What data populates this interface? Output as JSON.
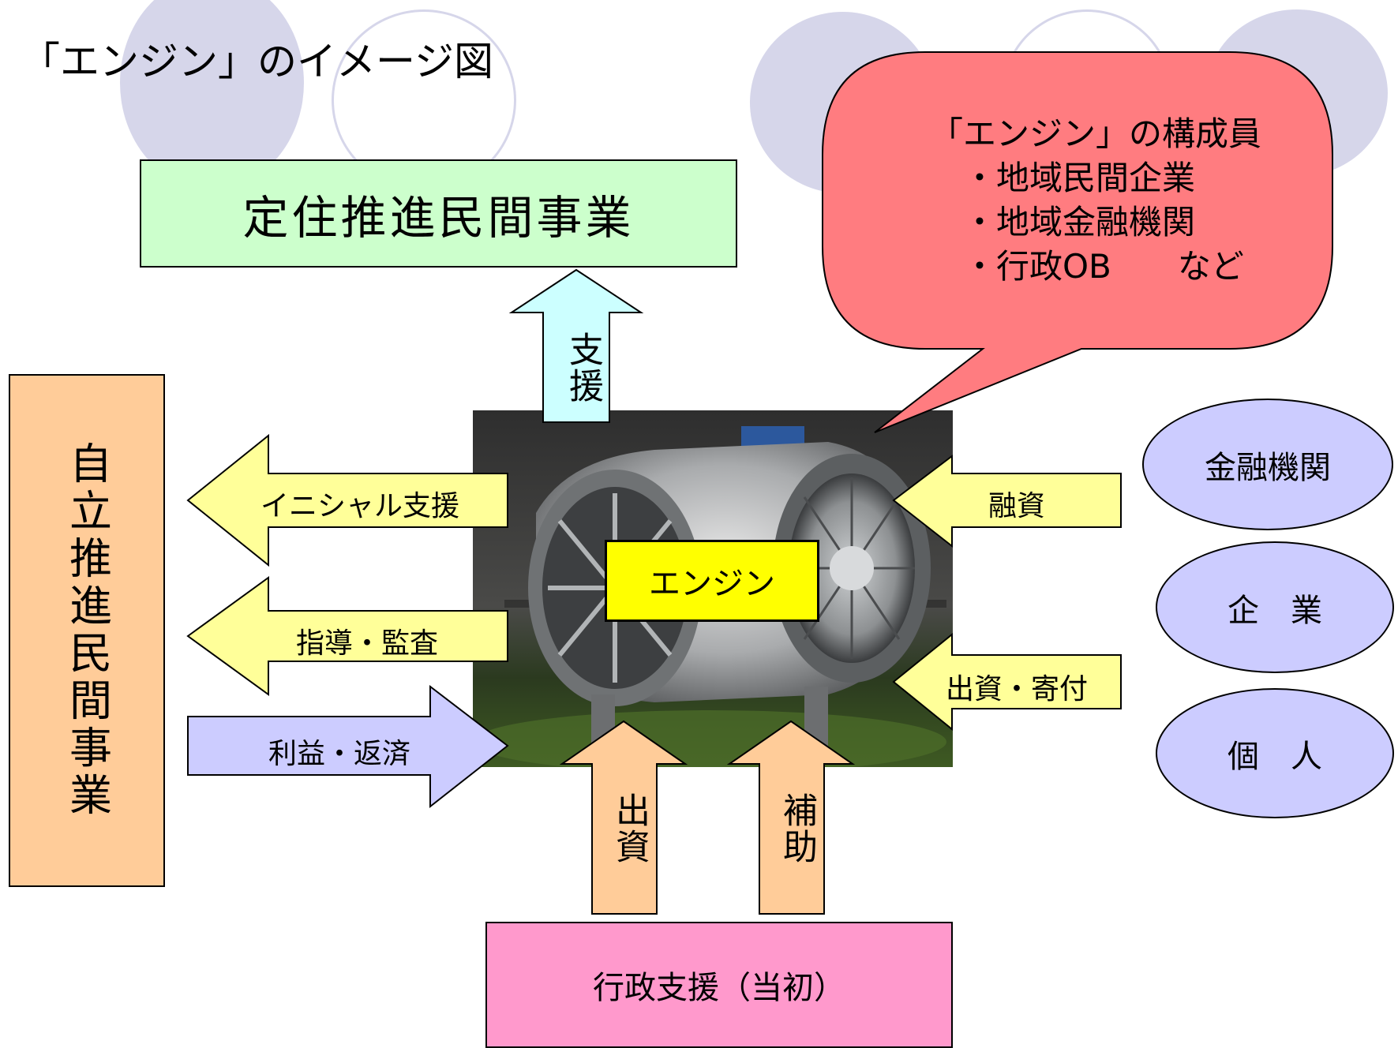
{
  "title": "「エンジン」のイメージ図",
  "boxes": {
    "top": "定住推進民間事業",
    "left": "自立推進民間事業",
    "bottom": "行政支援（当初）"
  },
  "bubble": {
    "lines": "「エンジン」の構成員\n　・地域民間企業\n　・地域金融機関\n　・行政OB　　など"
  },
  "engine": {
    "label": "エンジン"
  },
  "arrows": {
    "up": "支援",
    "initial_support": "イニシャル支援",
    "guidance_audit": "指導・監査",
    "profit_repay": "利益・返済",
    "financing": "融資",
    "investment_donation": "出資・寄付",
    "investment": "出資",
    "subsidy": "補助"
  },
  "sources": {
    "financial_institution": "金融機関",
    "company": "企　業",
    "individual": "個　人"
  },
  "colors": {
    "green_box": "#ccffcc",
    "orange": "#ffcc99",
    "pink": "#ff99cc",
    "bubble": "#ff7c80",
    "yellow_arrow": "#ffff99",
    "lavender": "#ccccff",
    "light_blue_arrow": "#ccffff",
    "engine_label": "#ffff00",
    "deco_circles": "#d6d6ea"
  }
}
